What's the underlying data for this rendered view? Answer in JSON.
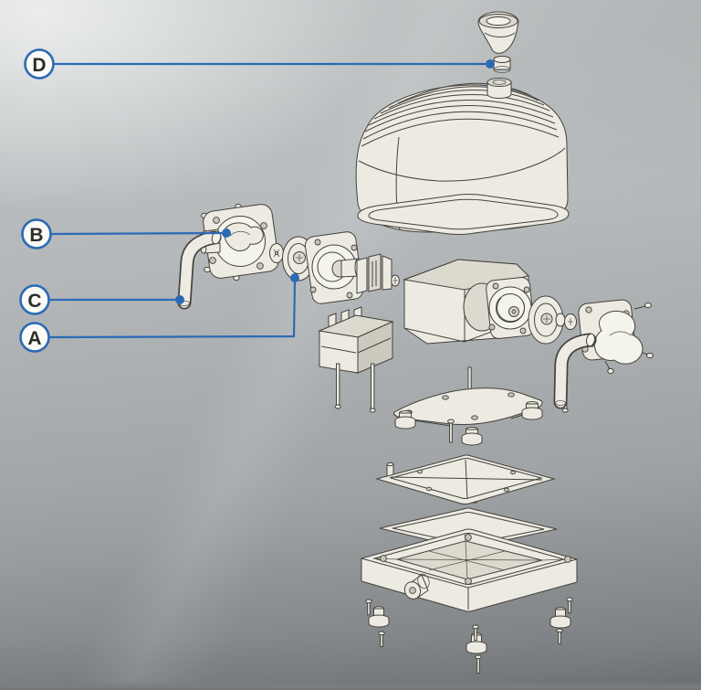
{
  "figure": {
    "kind": "exploded-view-parts-diagram"
  },
  "callouts": [
    {
      "id": "callout-a",
      "label": "A"
    },
    {
      "id": "callout-b",
      "label": "B"
    },
    {
      "id": "callout-c",
      "label": "C"
    },
    {
      "id": "callout-d",
      "label": "D"
    }
  ],
  "colors": {
    "accent_blue": "#2a6ab5",
    "paper_gray": "#b3b7b9",
    "line_ink": "#43423c",
    "part_fill": "#edebe1"
  }
}
